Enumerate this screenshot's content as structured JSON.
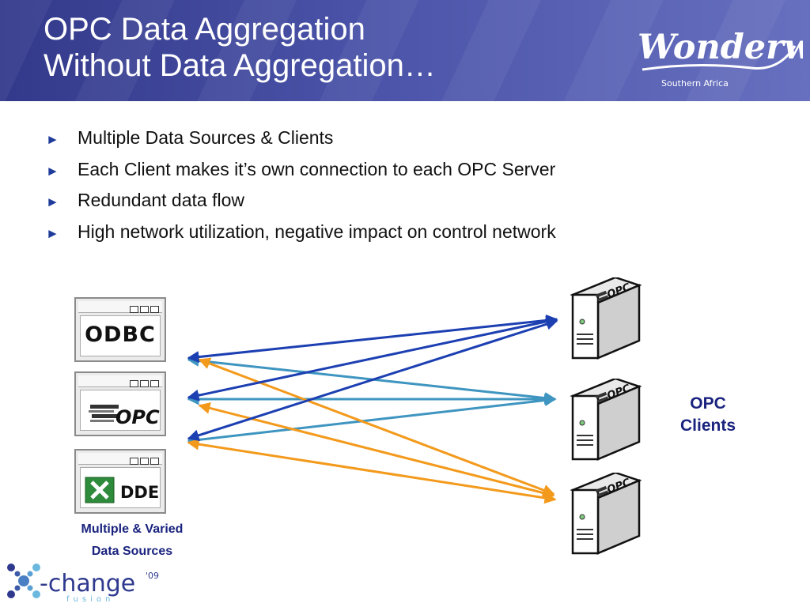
{
  "slide": {
    "title_line1": "OPC Data Aggregation",
    "title_line2": "Without Data Aggregation…",
    "brand_text": "Wonderware",
    "brand_subtext": "Southern Africa",
    "bullets": [
      "Multiple Data Sources & Clients",
      "Each Client makes it’s own connection to each OPC Server",
      "Redundant data flow",
      "High network utilization, negative impact on control network"
    ],
    "bullet_marker": "►"
  },
  "diagram": {
    "sources": [
      {
        "label": "ODBC",
        "icon": "odbc-window-icon"
      },
      {
        "label": "OPC",
        "icon": "opc-window-icon"
      },
      {
        "label": "DDE",
        "icon": "excel-dde-window-icon"
      }
    ],
    "clients": [
      {
        "label": "OPC",
        "icon": "opc-server-icon"
      },
      {
        "label": "OPC",
        "icon": "opc-server-icon"
      },
      {
        "label": "OPC",
        "icon": "opc-server-icon"
      }
    ],
    "sources_caption_line1": "Multiple & Varied",
    "sources_caption_line2": "Data Sources",
    "clients_caption_line1": "OPC",
    "clients_caption_line2": "Clients",
    "colors": {
      "client1_connections": "#1c3fb2",
      "client2_connections": "#3e95c0",
      "client3_connections": "#f39a1c",
      "caption": "#1a237e",
      "header": "#4a53a8"
    }
  },
  "footer": {
    "logo_text": "-change",
    "logo_superscript": "'09",
    "logo_subtext": "fusion"
  }
}
